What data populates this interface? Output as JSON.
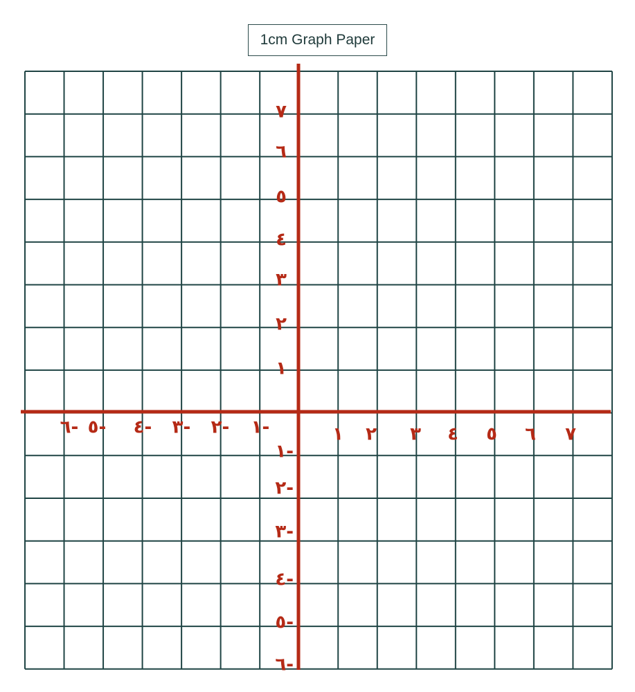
{
  "title": "1cm Graph Paper",
  "colors": {
    "grid": "#1f4444",
    "axis": "#b52a16",
    "label": "#b52a16",
    "title_text": "#1f3a3a"
  },
  "grid": {
    "columns": 15,
    "rows": 14
  },
  "axes": {
    "x_positive_labels": [
      "١",
      "٢",
      "٣",
      "٤",
      "٥",
      "٦",
      "٧"
    ],
    "x_negative_labels": [
      "١-",
      "٢-",
      "٣-",
      "٤-",
      "٥-",
      "٦-"
    ],
    "y_positive_labels": [
      "١",
      "٢",
      "٣",
      "٤",
      "٥",
      "٦",
      "٧"
    ],
    "y_negative_labels": [
      "١-",
      "٢-",
      "٣-",
      "٤-",
      "٥-",
      "٦-"
    ]
  }
}
